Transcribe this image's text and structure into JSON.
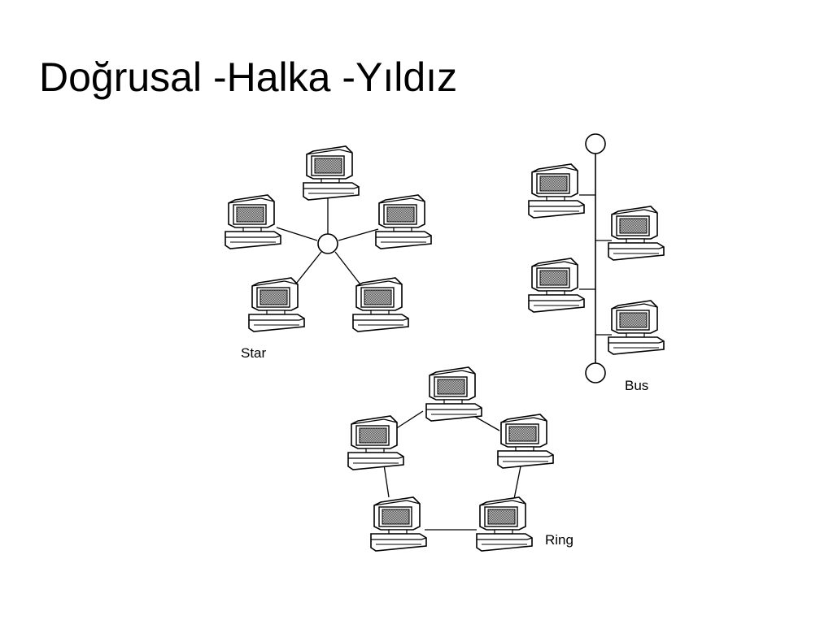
{
  "slide": {
    "title": "Doğrusal -Halka -Yıldız"
  },
  "diagram": {
    "colors": {
      "line": "#000000",
      "screen": "#9a9a9a",
      "fill": "#ffffff"
    },
    "star": {
      "label": "Star",
      "computers": 5,
      "hub": "hub-circle"
    },
    "bus": {
      "label": "Bus",
      "computers": 4,
      "terminators": 2
    },
    "ring": {
      "label": "Ring",
      "computers": 5
    }
  }
}
